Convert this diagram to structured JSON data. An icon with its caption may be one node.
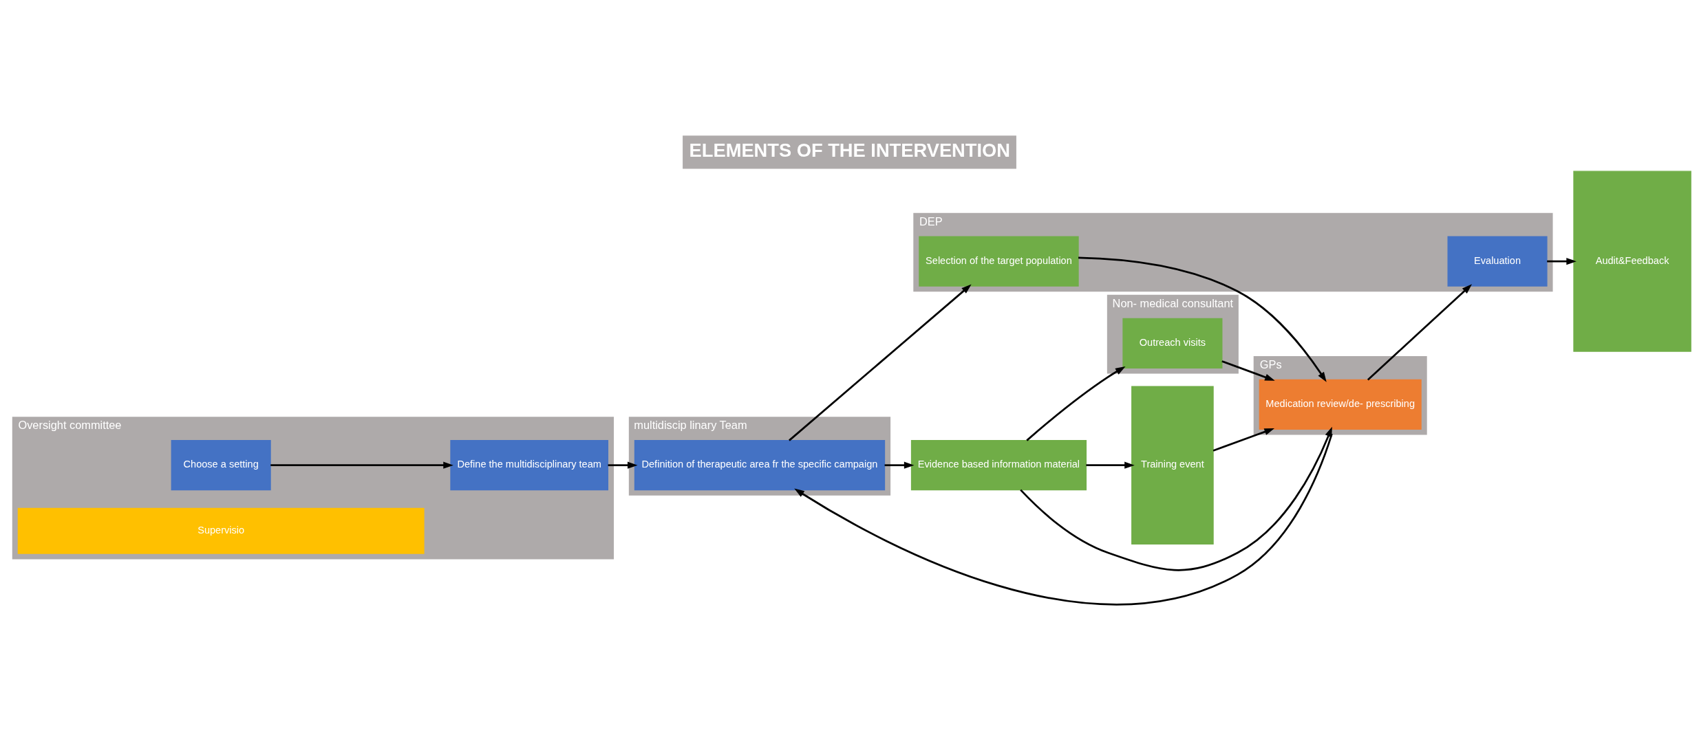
{
  "diagram": {
    "title": "ELEMENTS OF THE INTERVENTION",
    "nodes": [
      {
        "text": [
          "Oversight committee"
        ]
      },
      {
        "text": [
          "Choose a setting"
        ],
        "in": 0
      },
      {
        "text": [
          "Define the multidisciplinary team"
        ],
        "in": 0
      },
      {
        "text": [
          "Supervisio"
        ],
        "in": 0
      },
      {
        "text": [
          "multidiscip linary Team"
        ]
      },
      {
        "text": [
          "Definition of therapeutic area fr the specific campaign"
        ],
        "in": 4
      },
      {
        "text": [
          "DEP"
        ]
      },
      {
        "text": [
          "Selection of the target population"
        ],
        "in": 6
      },
      {
        "text": [
          "Evaluation"
        ],
        "in": 6
      },
      {
        "text": [
          "Non- medical consultant"
        ]
      },
      {
        "text": [
          "Evidence based information material"
        ]
      },
      {
        "text": [
          "Training event"
        ]
      },
      {
        "text": [
          "Outreach visits"
        ],
        "in": 9
      },
      {
        "text": [
          "GPs"
        ]
      },
      {
        "text": [
          "Medication review/de- prescribing"
        ],
        "in": 13
      },
      {
        "text": [
          "Audit&Feedback"
        ]
      }
    ],
    "edges": [
      {
        "from": 1,
        "to": 2,
        "arrow": "to"
      },
      {
        "from": 2,
        "to": 5,
        "arrow": "to"
      },
      {
        "from": 13,
        "to": 5,
        "arrow": "to"
      },
      {
        "from": 5,
        "to": 7,
        "arrow": "to"
      },
      {
        "from": 5,
        "to": 10,
        "arrow": "to"
      },
      {
        "from": 10,
        "to": 11,
        "arrow": "to"
      },
      {
        "from": 10,
        "to": 12,
        "arrow": "to"
      },
      {
        "from": 11,
        "to": 14,
        "arrow": "to"
      },
      {
        "from": 10,
        "to": 14,
        "arrow": "to"
      },
      {
        "from": 7,
        "to": 14,
        "arrow": "to"
      },
      {
        "from": 12,
        "to": 14,
        "arrow": "to"
      },
      {
        "from": 14,
        "to": 8,
        "arrow": "to"
      },
      {
        "from": 8,
        "to": 15,
        "arrow": "to"
      }
    ]
  }
}
